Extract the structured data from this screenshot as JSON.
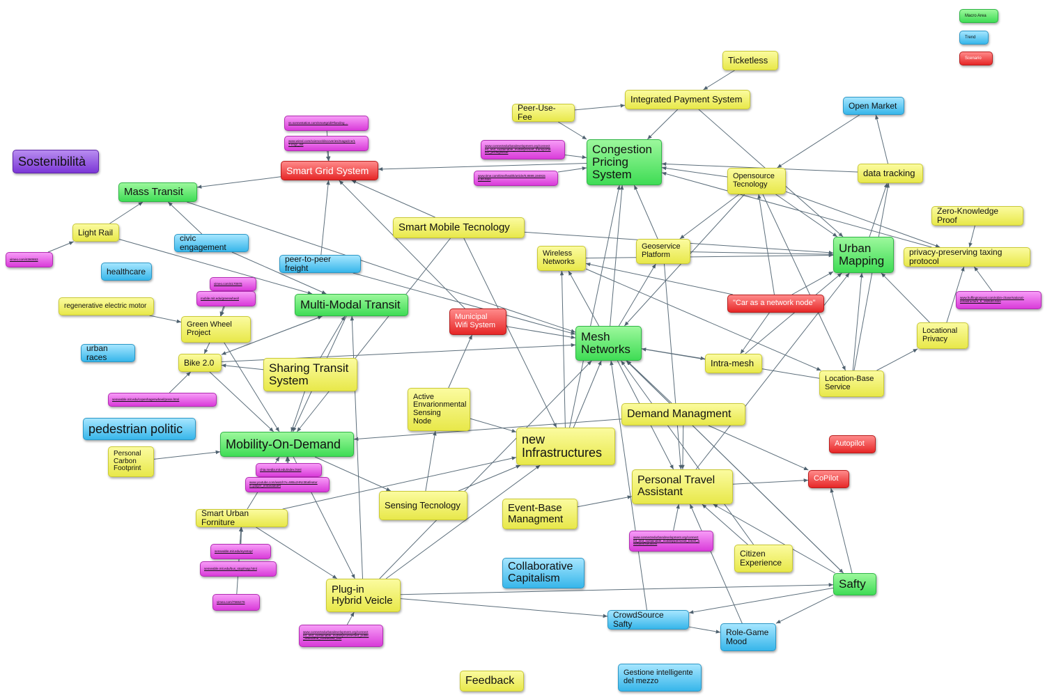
{
  "legend": [
    {
      "id": "leg_macro",
      "label": "Macro Area",
      "color": "green"
    },
    {
      "id": "leg_trend",
      "label": "Trend",
      "color": "blue"
    },
    {
      "id": "leg_scen",
      "label": "Scenario",
      "color": "red"
    }
  ],
  "nodes": [
    {
      "id": "sostenibilita",
      "label": "Sostenibilità",
      "color": "purple"
    },
    {
      "id": "ticketless",
      "label": "Ticketless",
      "color": "yellow"
    },
    {
      "id": "integrated",
      "label": "Integrated Payment System",
      "color": "yellow"
    },
    {
      "id": "peeruse",
      "label": "Peer-Use-Fee",
      "color": "yellow"
    },
    {
      "id": "openmarket",
      "label": "Open Market",
      "color": "blue"
    },
    {
      "id": "congestion",
      "label": "Congestion\nPricing\nSystem",
      "color": "green"
    },
    {
      "id": "smartgrid",
      "label": "Smart Grid System",
      "color": "red"
    },
    {
      "id": "masstransit",
      "label": "Mass Transit",
      "color": "green"
    },
    {
      "id": "opensource",
      "label": "Opensource\nTecnology",
      "color": "yellow"
    },
    {
      "id": "datatracking",
      "label": "data tracking",
      "color": "yellow"
    },
    {
      "id": "zk",
      "label": "Zero-Knowledge Proof",
      "color": "yellow"
    },
    {
      "id": "lightrail",
      "label": "Light Rail",
      "color": "yellow"
    },
    {
      "id": "civic",
      "label": "civic engagement",
      "color": "blue"
    },
    {
      "id": "smartmobile",
      "label": "Smart Mobile Tecnology",
      "color": "yellow"
    },
    {
      "id": "wireless",
      "label": "Wireless\nNetworks",
      "color": "yellow"
    },
    {
      "id": "geoservice",
      "label": "Geoservice\nPlatform",
      "color": "yellow"
    },
    {
      "id": "urbanmapping",
      "label": "Urban\nMapping",
      "color": "green"
    },
    {
      "id": "privacytax",
      "label": "privacy-preserving taxing protocol",
      "color": "yellow"
    },
    {
      "id": "healthcare",
      "label": "healthcare",
      "color": "blue"
    },
    {
      "id": "p2pfreight",
      "label": "peer-to-peer freight",
      "color": "blue"
    },
    {
      "id": "regen",
      "label": "regenerative electric motor",
      "color": "yellow"
    },
    {
      "id": "multimodal",
      "label": "Multi-Modal Transit",
      "color": "green"
    },
    {
      "id": "municipal",
      "label": "Municipal\nWifi System",
      "color": "red"
    },
    {
      "id": "carnetwork",
      "label": "\"Car as a network node\"",
      "color": "red"
    },
    {
      "id": "greenwheel",
      "label": "Green Wheel\nProject",
      "color": "yellow"
    },
    {
      "id": "mesh",
      "label": "Mesh\nNetworks",
      "color": "green"
    },
    {
      "id": "locprivacy",
      "label": "Locational\nPrivacy",
      "color": "yellow"
    },
    {
      "id": "urbanraces",
      "label": "urban races",
      "color": "blue"
    },
    {
      "id": "bike",
      "label": "Bike 2.0",
      "color": "yellow"
    },
    {
      "id": "sharing",
      "label": "Sharing Transit\nSystem",
      "color": "yellow"
    },
    {
      "id": "intramesh",
      "label": "Intra-mesh",
      "color": "yellow"
    },
    {
      "id": "locbase",
      "label": "Location-Base\nService",
      "color": "yellow"
    },
    {
      "id": "active",
      "label": "Active\nEnvarionmental\nSensing\nNode",
      "color": "yellow"
    },
    {
      "id": "demand",
      "label": "Demand Managment",
      "color": "yellow"
    },
    {
      "id": "pedestrian",
      "label": "pedestrian politic",
      "color": "blue"
    },
    {
      "id": "mod",
      "label": "Mobility-On-Demand",
      "color": "green"
    },
    {
      "id": "newinfra",
      "label": "new\nInfrastructures",
      "color": "yellow"
    },
    {
      "id": "autopilot",
      "label": "Autopilot",
      "color": "red"
    },
    {
      "id": "carbon",
      "label": "Personal\nCarbon\nFootprint",
      "color": "yellow"
    },
    {
      "id": "personal",
      "label": "Personal Travel\nAssistant",
      "color": "yellow"
    },
    {
      "id": "copilot",
      "label": "CoPilot",
      "color": "red"
    },
    {
      "id": "sensing",
      "label": "Sensing Tecnology",
      "color": "yellow"
    },
    {
      "id": "eventbase",
      "label": "Event-Base\nManagment",
      "color": "yellow"
    },
    {
      "id": "smartfurn",
      "label": "Smart Urban Forniture",
      "color": "yellow"
    },
    {
      "id": "citizen",
      "label": "Citizen\nExperience",
      "color": "yellow"
    },
    {
      "id": "collab",
      "label": "Collaborative\nCapitalism",
      "color": "blue"
    },
    {
      "id": "safty",
      "label": "Safty",
      "color": "green"
    },
    {
      "id": "plugin",
      "label": "Plug-in\nHybrid Veicle",
      "color": "yellow"
    },
    {
      "id": "crowdsource",
      "label": "CrowdSource Safty",
      "color": "blue"
    },
    {
      "id": "rolegame",
      "label": "Role-Game\nMood",
      "color": "blue"
    },
    {
      "id": "feedback",
      "label": "Feedback",
      "color": "yellow"
    },
    {
      "id": "gestione",
      "label": "Gestione intelligente\ndel mezzo",
      "color": "blue"
    },
    {
      "id": "l_ss",
      "label": "ss.sonnestation.com/smartgrid/#/landing ...",
      "color": "magenta"
    },
    {
      "id": "l_wired",
      "label": "www.wired.com/science/discoveries/magazine/1\n7-/mgr_mit",
      "color": "magenta"
    },
    {
      "id": "l_cong1",
      "label": "www.connectedurbandevelopment.org/connect\ned_and_sustainable_mobility/smart_transportat\nion_pricing/issue",
      "color": "magenta"
    },
    {
      "id": "l_time",
      "label": "www.time.com/time/health/article/0,8599,194915\n6,00.html",
      "color": "magenta"
    },
    {
      "id": "l_vimeo1",
      "label": "vimeo.com/4360653",
      "color": "magenta"
    },
    {
      "id": "l_vimeo2",
      "label": "vimeo.com/4170976",
      "color": "magenta"
    },
    {
      "id": "l_mobile",
      "label": "mobile.mit.edu/greenwheel/",
      "color": "magenta"
    },
    {
      "id": "l_huff",
      "label": "www.huffingtonpost.com/robin-chase/national-\ninfrastructure_b_192530.html",
      "color": "magenta"
    },
    {
      "id": "l_senseable1",
      "label": "senseable.mit.edu/copenhagenwheel/press.html",
      "color": "magenta"
    },
    {
      "id": "l_chia",
      "label": "chia.media.mit.edu/index.html",
      "color": "magenta"
    },
    {
      "id": "l_youtube",
      "label": "www.youtube.com/watch?v=WBuzHNz3E&featur\ne=player_embedded#t",
      "color": "magenta"
    },
    {
      "id": "l_cong2",
      "label": "www.connectedurbandevelopment.org/connect\ned_and_sustainable_mobility/personal_travel_a\nssistant/solutions",
      "color": "magenta"
    },
    {
      "id": "l_senseable2",
      "label": "senseable.mit.edu/eyestop/",
      "color": "magenta"
    },
    {
      "id": "l_senseable3",
      "label": "senseable.mit.edu/bus_stop/map.html",
      "color": "magenta"
    },
    {
      "id": "l_vimeo3",
      "label": "vimeo.com/7565276",
      "color": "magenta"
    },
    {
      "id": "l_cong3",
      "label": "www.connectedurbandevelopment.org/connect\ned_and_sustainable_mobility/connected_public\n_transit/the_connected_bus",
      "color": "magenta"
    }
  ],
  "edges": [
    [
      "ticketless",
      "integrated"
    ],
    [
      "integrated",
      "congestion"
    ],
    [
      "peeruse",
      "integrated"
    ],
    [
      "peeruse",
      "congestion"
    ],
    [
      "integrated",
      "urbanmapping"
    ],
    [
      "openmarket",
      "opensource"
    ],
    [
      "congestion",
      "smartgrid"
    ],
    [
      "smartgrid",
      "masstransit"
    ],
    [
      "l_cong1",
      "congestion"
    ],
    [
      "l_time",
      "congestion"
    ],
    [
      "l_ss",
      "smartgrid"
    ],
    [
      "l_wired",
      "smartgrid"
    ],
    [
      "opensource",
      "congestion"
    ],
    [
      "datatracking",
      "congestion"
    ],
    [
      "opensource",
      "urbanmapping"
    ],
    [
      "opensource",
      "geoservice"
    ],
    [
      "opensource",
      "locbase"
    ],
    [
      "opensource",
      "mesh"
    ],
    [
      "urbanmapping",
      "datatracking"
    ],
    [
      "locbase",
      "datatracking"
    ],
    [
      "zk",
      "privacytax"
    ],
    [
      "privacytax",
      "congestion"
    ],
    [
      "l_huff",
      "privacytax"
    ],
    [
      "locprivacy",
      "privacytax"
    ],
    [
      "lightrail",
      "masstransit"
    ],
    [
      "lightrail",
      "multimodal"
    ],
    [
      "l_vimeo1",
      "lightrail"
    ],
    [
      "civic",
      "masstransit"
    ],
    [
      "civic",
      "multimodal"
    ],
    [
      "masstransit",
      "mesh"
    ],
    [
      "smartmobile",
      "smartgrid"
    ],
    [
      "smartmobile",
      "mod"
    ],
    [
      "smartmobile",
      "urbanmapping"
    ],
    [
      "smartmobile",
      "newinfra"
    ],
    [
      "wireless",
      "urbanmapping"
    ],
    [
      "wireless",
      "locbase"
    ],
    [
      "geoservice",
      "urbanmapping"
    ],
    [
      "geoservice",
      "congestion"
    ],
    [
      "geoservice",
      "personal"
    ],
    [
      "carnetwork",
      "wireless"
    ],
    [
      "carnetwork",
      "opensource"
    ],
    [
      "carnetwork",
      "intramesh"
    ],
    [
      "carnetwork",
      "urbanmapping"
    ],
    [
      "mesh",
      "congestion"
    ],
    [
      "mesh",
      "wireless"
    ],
    [
      "mesh",
      "geoservice"
    ],
    [
      "mesh",
      "intramesh"
    ],
    [
      "mesh",
      "personal"
    ],
    [
      "mesh",
      "safty"
    ],
    [
      "municipal",
      "mesh"
    ],
    [
      "municipal",
      "smartgrid"
    ],
    [
      "p2pfreight",
      "smartgrid"
    ],
    [
      "p2pfreight",
      "mesh"
    ],
    [
      "regen",
      "greenwheel"
    ],
    [
      "greenwheel",
      "bike"
    ],
    [
      "l_vimeo2",
      "greenwheel"
    ],
    [
      "l_mobile",
      "greenwheel"
    ],
    [
      "greenwheel",
      "mod"
    ],
    [
      "bike",
      "multimodal"
    ],
    [
      "bike",
      "mesh"
    ],
    [
      "bike",
      "mod"
    ],
    [
      "l_senseable1",
      "bike"
    ],
    [
      "sharing",
      "multimodal"
    ],
    [
      "sharing",
      "mod"
    ],
    [
      "sharing",
      "bike"
    ],
    [
      "multimodal",
      "mod"
    ],
    [
      "multimodal",
      "bike"
    ],
    [
      "active",
      "municipal"
    ],
    [
      "active",
      "newinfra"
    ],
    [
      "newinfra",
      "mesh"
    ],
    [
      "newinfra",
      "congestion"
    ],
    [
      "newinfra",
      "wireless"
    ],
    [
      "demand",
      "mod"
    ],
    [
      "demand",
      "personal"
    ],
    [
      "demand",
      "copilot"
    ],
    [
      "demand",
      "mesh"
    ],
    [
      "carbon",
      "mod"
    ],
    [
      "l_chia",
      "mod"
    ],
    [
      "l_youtube",
      "mod"
    ],
    [
      "mod",
      "sensing"
    ],
    [
      "sensing",
      "newinfra"
    ],
    [
      "sensing",
      "active"
    ],
    [
      "eventbase",
      "personal"
    ],
    [
      "personal",
      "copilot"
    ],
    [
      "personal",
      "urbanmapping"
    ],
    [
      "l_cong2",
      "personal"
    ],
    [
      "citizen",
      "personal"
    ],
    [
      "citizen",
      "mesh"
    ],
    [
      "smartfurn",
      "newinfra"
    ],
    [
      "smartfurn",
      "mod"
    ],
    [
      "smartfurn",
      "plugin"
    ],
    [
      "l_senseable2",
      "smartfurn"
    ],
    [
      "l_senseable3",
      "smartfurn"
    ],
    [
      "l_vimeo3",
      "smartfurn"
    ],
    [
      "plugin",
      "multimodal"
    ],
    [
      "plugin",
      "newinfra"
    ],
    [
      "plugin",
      "mesh"
    ],
    [
      "plugin",
      "safty"
    ],
    [
      "plugin",
      "crowdsource"
    ],
    [
      "l_cong3",
      "plugin"
    ],
    [
      "mod",
      "plugin"
    ],
    [
      "safty",
      "copilot"
    ],
    [
      "safty",
      "crowdsource"
    ],
    [
      "safty",
      "rolegame"
    ],
    [
      "safty",
      "personal"
    ],
    [
      "safty",
      "mesh"
    ],
    [
      "crowdsource",
      "rolegame"
    ],
    [
      "crowdsource",
      "mesh"
    ],
    [
      "rolegame",
      "personal"
    ],
    [
      "locbase",
      "locprivacy"
    ],
    [
      "locbase",
      "urbanmapping"
    ],
    [
      "locbase",
      "mesh"
    ],
    [
      "intramesh",
      "urbanmapping"
    ],
    [
      "datatracking",
      "openmarket"
    ],
    [
      "opensource",
      "privacytax"
    ],
    [
      "locprivacy",
      "urbanmapping"
    ]
  ]
}
